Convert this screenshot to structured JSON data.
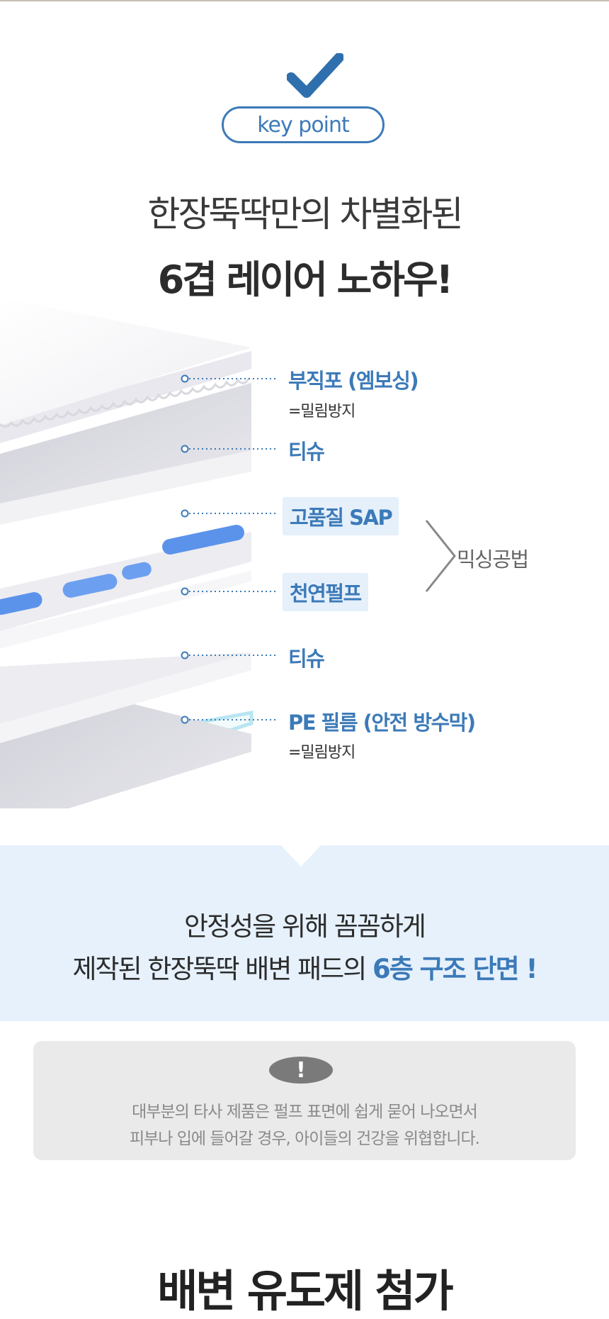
{
  "header": {
    "badge": "key point",
    "headline_line1": "한장뚝딱만의 차별화된",
    "headline_line2": "6겹 레이어 노하우!"
  },
  "layers": [
    {
      "name": "부직포 (엠보싱)",
      "note": "=밀림방지",
      "highlight": false
    },
    {
      "name": "티슈",
      "note": "",
      "highlight": false
    },
    {
      "name": "고품질 SAP",
      "note": "",
      "highlight": true
    },
    {
      "name": "천연펄프",
      "note": "",
      "highlight": true
    },
    {
      "name": "티슈",
      "note": "",
      "highlight": false
    },
    {
      "name": "PE 필름 (안전 방수막)",
      "note": "=밀림방지",
      "highlight": false
    }
  ],
  "mixing_label": "믹싱공법",
  "band": {
    "line1": "안정성을 위해 꼼꼼하게",
    "line2_prefix": "제작된 한장뚝딱 배변 패드의 ",
    "line2_emphasis": "6층 구조 단면",
    "line2_suffix": " !"
  },
  "warning": {
    "icon": "!",
    "line1": "대부분의 타사 제품은 펄프 표면에 쉽게 묻어 나오면서",
    "line2": "피부나 입에 들어갈 경우, 아이들의 건강을 위협합니다."
  },
  "bottom_title": "배변 유도제 첨가",
  "colors": {
    "accent": "#3c7ab8",
    "band_bg": "#e6f1fc",
    "warn_bg": "#eaeaea",
    "sap_blue": "#5b93ea"
  }
}
